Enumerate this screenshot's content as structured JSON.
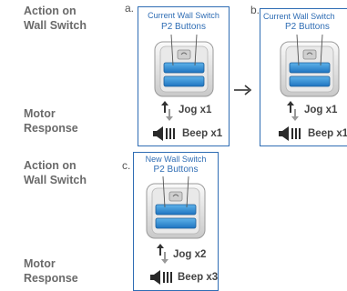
{
  "row_labels": {
    "action_1": [
      "Action on",
      "Wall Switch"
    ],
    "motor_1": [
      "Motor",
      "Response"
    ],
    "action_2": [
      "Action on",
      "Wall Switch"
    ],
    "motor_2": [
      "Motor",
      "Response"
    ]
  },
  "panels": [
    {
      "letter": "a.",
      "title": [
        "Current Wall Switch",
        "P2 Buttons"
      ],
      "jog": "Jog x1",
      "beep": "Beep x1"
    },
    {
      "letter": "b.",
      "title": [
        "Current Wall Switch",
        "P2 Buttons"
      ],
      "jog": "Jog x1",
      "beep": "Beep x1"
    },
    {
      "letter": "c.",
      "title": [
        "New Wall Switch",
        "P2 Buttons"
      ],
      "jog": "Jog x2",
      "beep": "Beep x3"
    }
  ],
  "colors": {
    "accent": "#2f6db4",
    "label": "#6a6a6a",
    "button": "#2f8fd6"
  },
  "icons": [
    "wall-switch-icon",
    "jog-arrows-icon",
    "speaker-beep-icon",
    "right-arrow-icon"
  ]
}
